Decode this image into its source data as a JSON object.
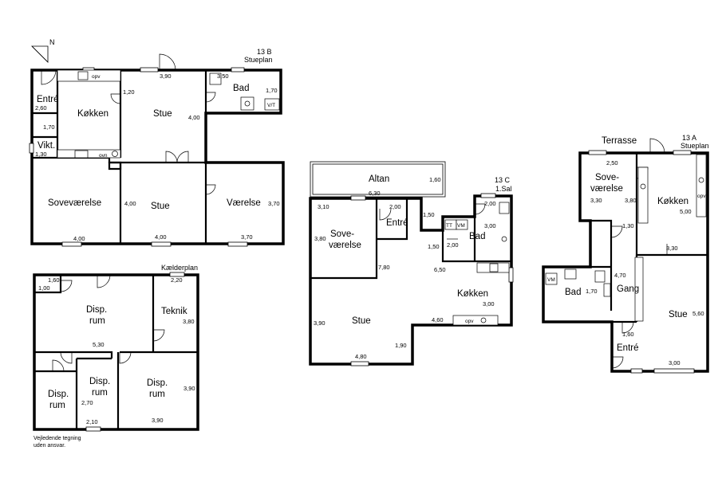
{
  "compass": {
    "label": "N"
  },
  "plan_13b": {
    "title": "13 B",
    "subtitle": "Stueplan",
    "rooms": {
      "entre": "Entré",
      "kokken": "Køkken",
      "stue1": "Stue",
      "bad": "Bad",
      "vikt": "Vikt.",
      "sovevaerelse": "Soveværelse",
      "stue2": "Stue",
      "vaerelse": "Værelse"
    },
    "dims": {
      "d1": "3,90",
      "d2": "3,50",
      "d3": "1,70",
      "d4": "2,60",
      "d5": "1,20",
      "d6": "4,00",
      "d7": "1,70",
      "d8": "1,30",
      "d9": "4,00",
      "d10": "3,70",
      "d11": "4,00",
      "d12": "4,00",
      "d13": "3,70"
    },
    "fixtures": {
      "opv": "opv",
      "ovn": "ovn",
      "vt": "V/T"
    }
  },
  "plan_kaelder": {
    "title": "Kælderplan",
    "rooms": {
      "disp1a": "Disp.",
      "disp1b": "rum",
      "teknik": "Teknik",
      "disp2a": "Disp.",
      "disp2b": "rum",
      "disp3a": "Disp.",
      "disp3b": "rum",
      "disp4a": "Disp.",
      "disp4b": "rum"
    },
    "dims": {
      "d1": "1,60",
      "d2": "1,00",
      "d3": "2,20",
      "d4": "3,80",
      "d5": "5,30",
      "d6": "2,70",
      "d7": "3,90",
      "d8": "2,10",
      "d9": "3,90"
    },
    "disclaimer1": "Vejledende tegning",
    "disclaimer2": "uden ansvar."
  },
  "plan_13c": {
    "title": "13 C",
    "subtitle": "1.Sal",
    "rooms": {
      "altan": "Altan",
      "sove1": "Sove-",
      "sove2": "værelse",
      "entre": "Entré",
      "bad": "Bad",
      "kokken": "Køkken",
      "stue": "Stue"
    },
    "dims": {
      "d1": "6,30",
      "d2": "1,60",
      "d3": "3,10",
      "d4": "2,00",
      "d5": "2,00",
      "d6": "1,50",
      "d7": "3,00",
      "d8": "3,80",
      "d9": "1,50",
      "d10": "2,00",
      "d11": "7,80",
      "d12": "6,50",
      "d13": "3,00",
      "d14": "3,90",
      "d15": "4,60",
      "d16": "1,90",
      "d17": "4,80"
    },
    "fixtures": {
      "tt": "TT",
      "vm": "VM",
      "opv": "opv"
    }
  },
  "plan_13a": {
    "title": "13 A",
    "subtitle": "Stueplan",
    "terrace": "Terrasse",
    "rooms": {
      "sove1": "Sove-",
      "sove2": "værelse",
      "kokken": "Køkken",
      "gang": "Gang",
      "bad": "Bad",
      "stue": "Stue",
      "entre": "Entré"
    },
    "dims": {
      "d1": "2,50",
      "d2": "3,30",
      "d3": "3,80",
      "d4": "5,00",
      "d5": "1,30",
      "d6": "3,30",
      "d7": "4,70",
      "d8": "1,70",
      "d9": "5,60",
      "d10": "1,60",
      "d11": "3,00"
    },
    "fixtures": {
      "vm": "VM",
      "opv": "opv"
    }
  }
}
